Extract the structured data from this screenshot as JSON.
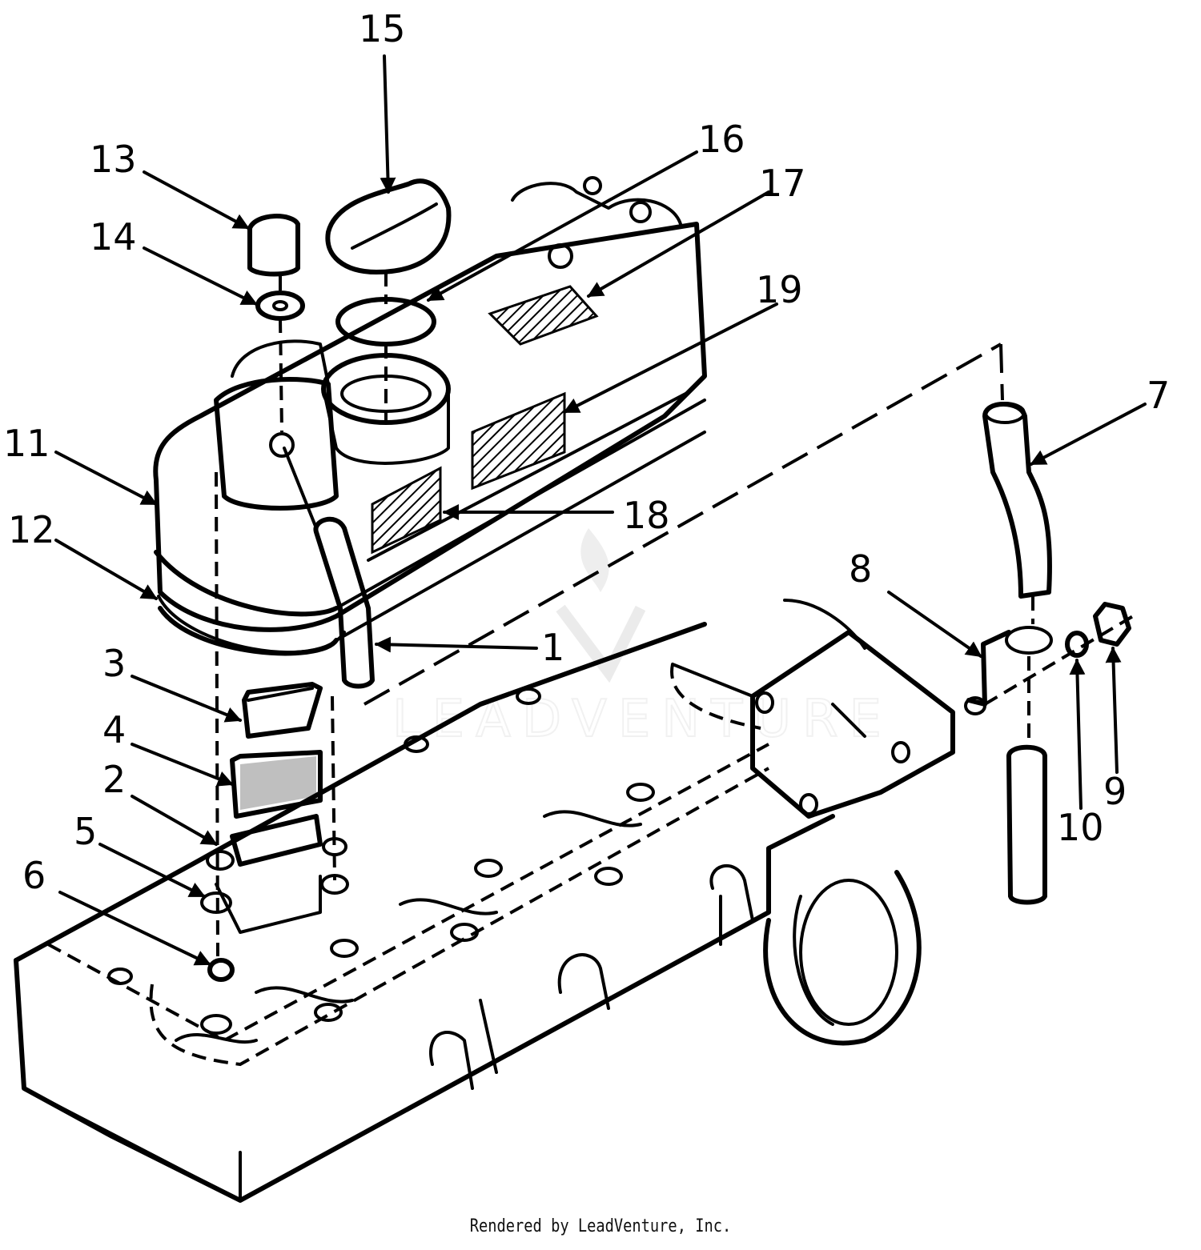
{
  "labels": {
    "l1": "1",
    "l2": "2",
    "l3": "3",
    "l4": "4",
    "l5": "5",
    "l6": "6",
    "l7": "7",
    "l8": "8",
    "l9": "9",
    "l10": "10",
    "l11": "11",
    "l12": "12",
    "l13": "13",
    "l14": "14",
    "l15": "15",
    "l16": "16",
    "l17": "17",
    "l18": "18",
    "l19": "19"
  },
  "watermark": "LEADVENTURE",
  "footer": "Rendered by LeadVenture, Inc."
}
